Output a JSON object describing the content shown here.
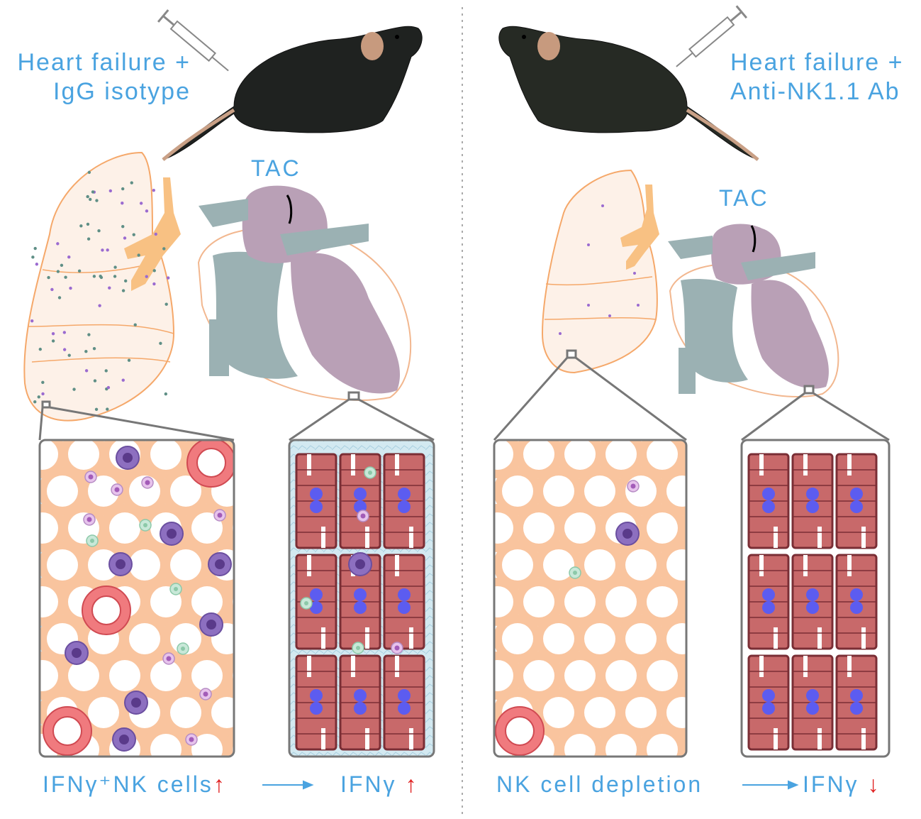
{
  "left_panel": {
    "title_line1": "Heart failure +",
    "title_line2": "IgG isotype",
    "tac_label": "TAC",
    "result_cells": "IFNγ⁺NK cells",
    "result_arrow_cells": "↑",
    "result_ifn": "IFNγ",
    "result_arrow_ifn": "↑"
  },
  "right_panel": {
    "title_line1": "Heart failure +",
    "title_line2": "Anti-NK1.1 Ab",
    "tac_label": "TAC",
    "result_depletion": "NK cell depletion",
    "result_ifn": "IFNγ",
    "result_arrow_ifn": "↓"
  },
  "colors": {
    "label_blue": "#4aa3e0",
    "arrow_red": "#e02020",
    "lung_outline": "#f5a86a",
    "lung_fill": "#fdf1e8",
    "heart_teal": "#9bb1b3",
    "heart_purple": "#b9a0b6",
    "alveoli_peach": "#f9c49e",
    "myocyte_red": "#c8696a",
    "nucleus_blue": "#5c5cf0",
    "fibrosis_blue": "#bcdbe6"
  },
  "icons": [
    "mouse-icon",
    "syringe-icon",
    "lung-icon",
    "heart-icon",
    "nk-cell-icon",
    "myocyte-icon",
    "vessel-icon"
  ]
}
